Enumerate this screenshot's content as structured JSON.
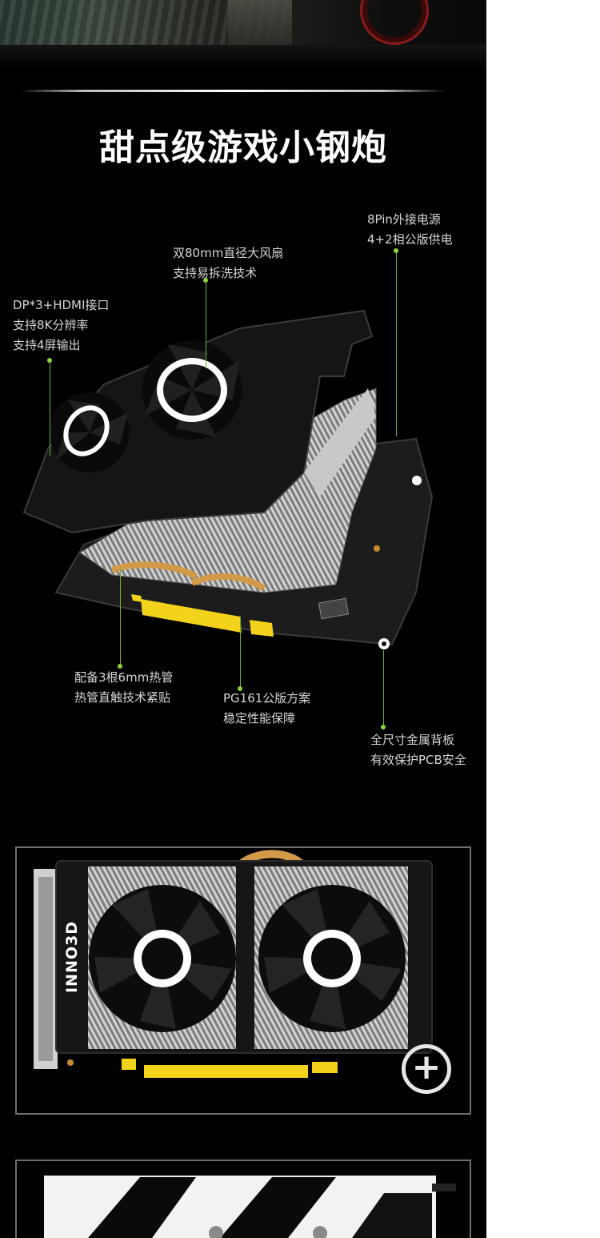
{
  "headline": "甜点级游戏小钢炮",
  "callouts": {
    "power": [
      "8Pin外接电源",
      "4+2相公版供电"
    ],
    "fan": [
      "双80mm直径大风扇",
      "支持易拆洗技术"
    ],
    "ports": [
      "DP*3+HDMI接口",
      "支持8K分辨率",
      "支持4屏输出"
    ],
    "heatpipe": [
      "配备3根6mm热管",
      "热管直触技术紧贴"
    ],
    "pcb": [
      "PG161公版方案",
      "稳定性能保障"
    ],
    "backplate": [
      "全尺寸金属背板",
      "有效保护PCB安全"
    ]
  },
  "brand_logo_text": "INNO3D",
  "zoom_button_glyph": "+",
  "colors": {
    "background": "#000000",
    "leader_line": "#6fae2e",
    "leader_dot": "#8fd13a",
    "connector_gold": "#f2d21b",
    "text": "#d6d6d6"
  },
  "icons": [
    "zoom-plus-icon"
  ]
}
